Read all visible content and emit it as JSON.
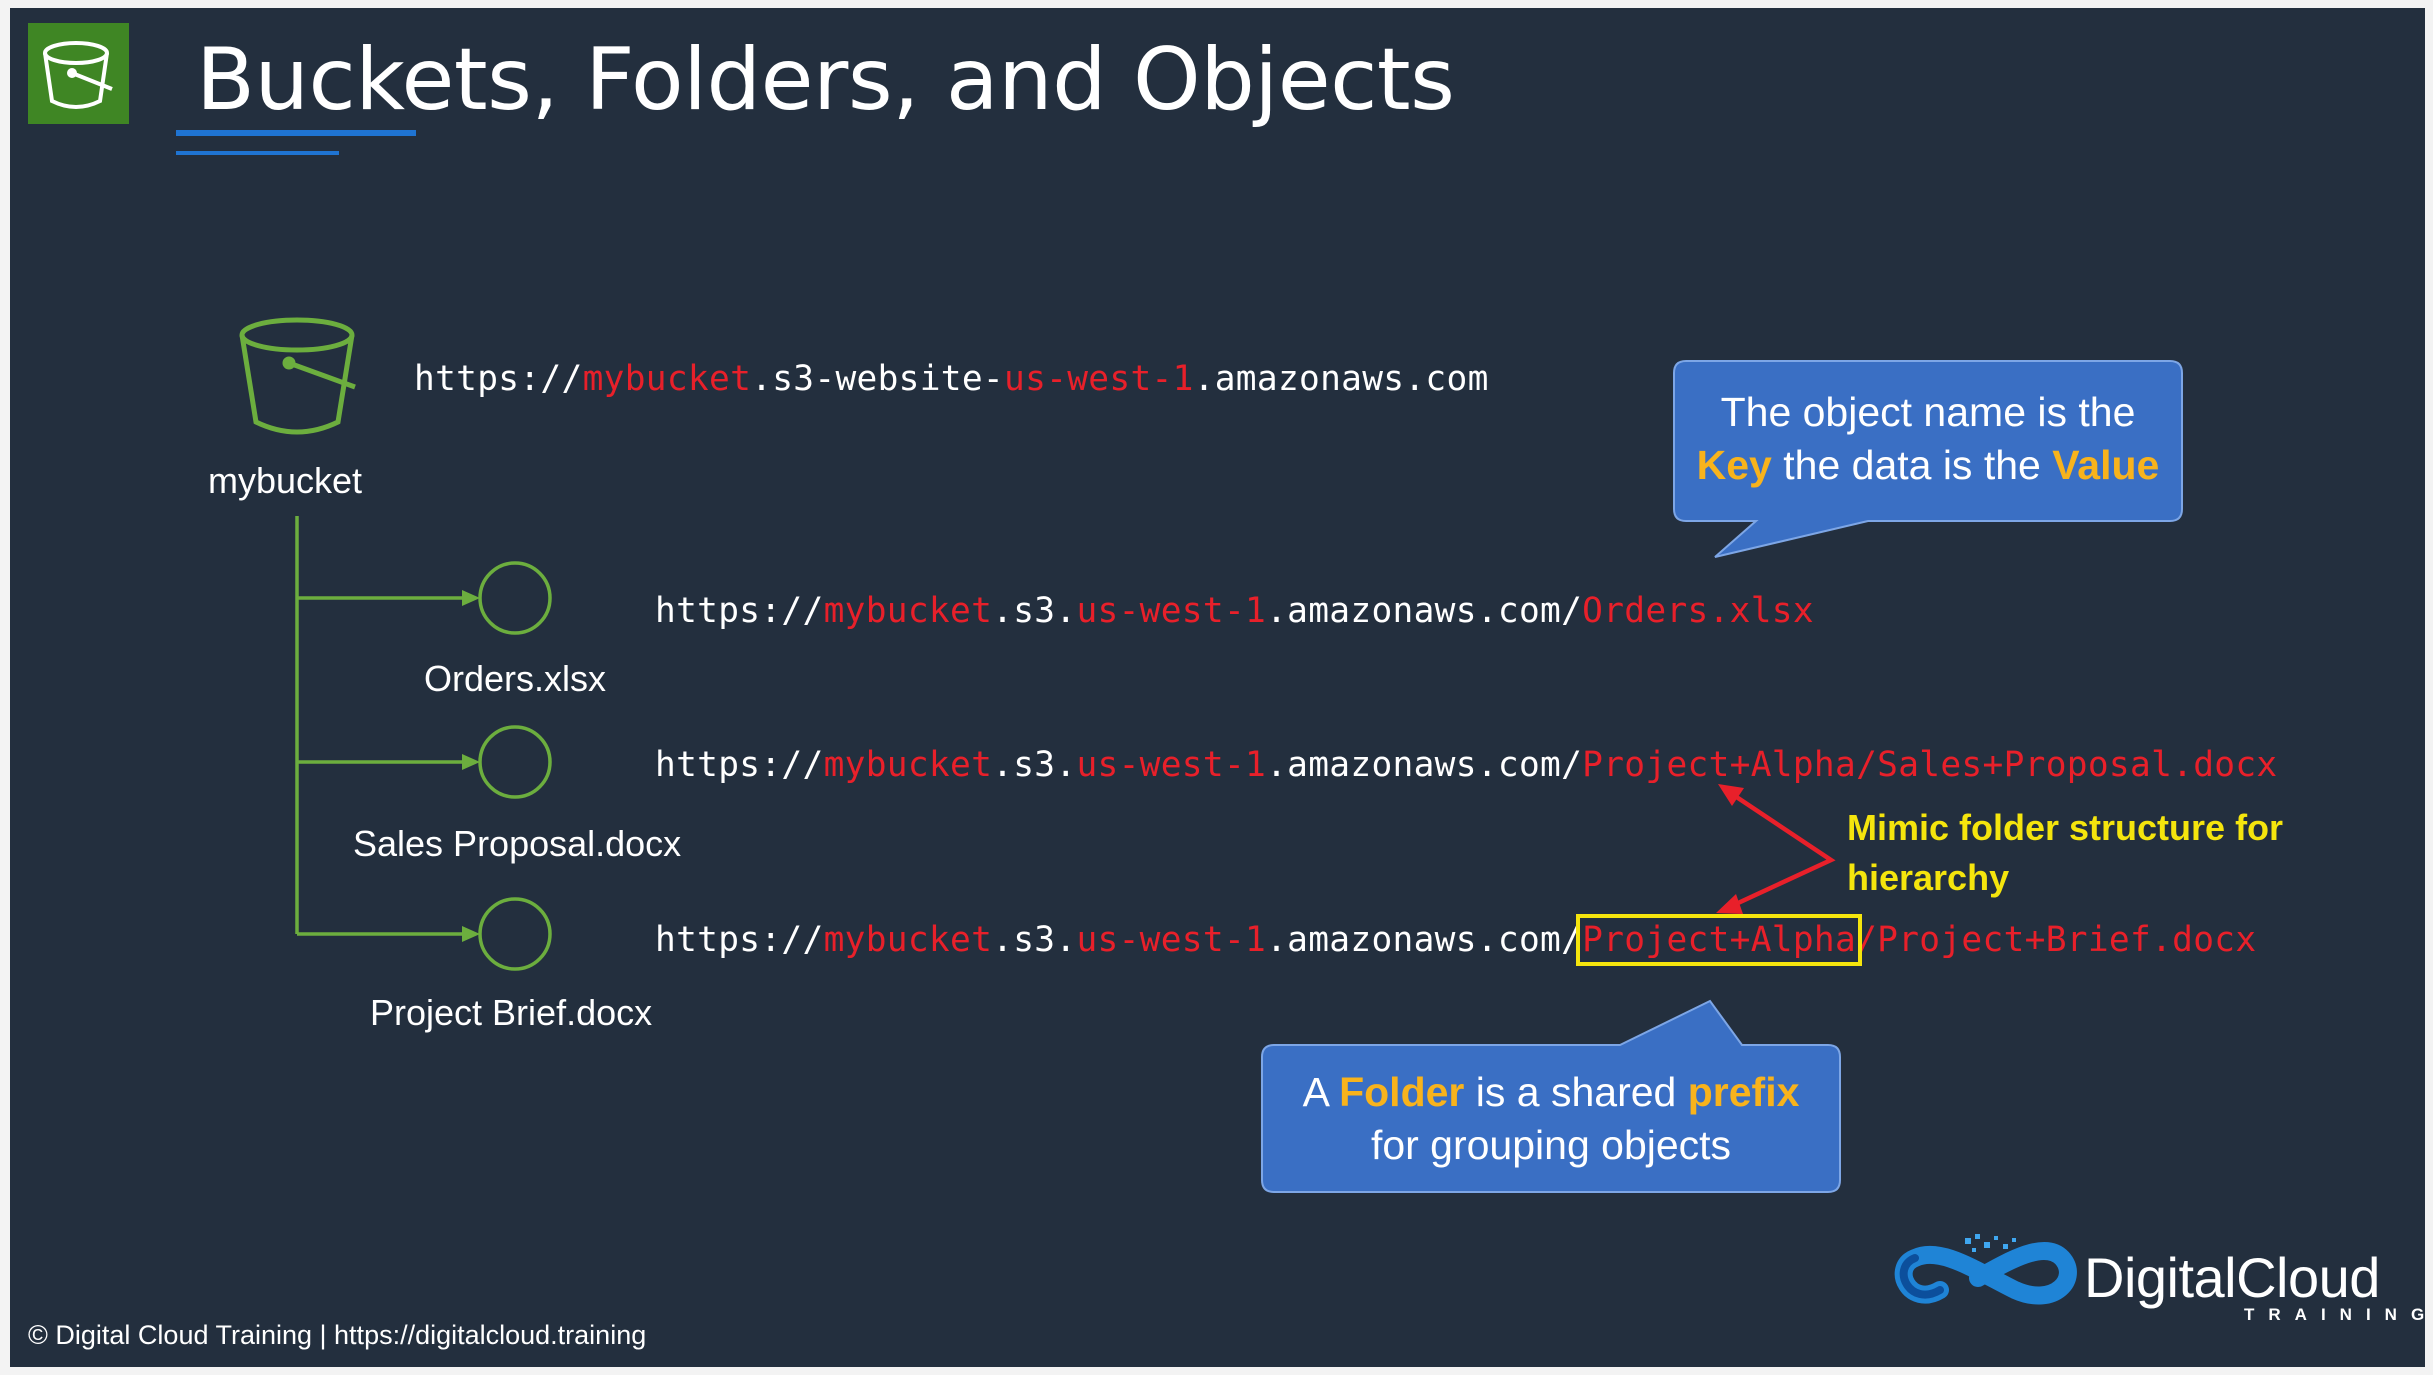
{
  "slide": {
    "title": "Buckets, Folders, and Objects"
  },
  "bucket": {
    "label": "mybucket",
    "website_url": {
      "p1": "https://",
      "p2": "mybucket",
      "p3": ".s3-website-",
      "p4": "us-west-1",
      "p5": ".amazonaws.com"
    }
  },
  "objects": [
    {
      "label": "Orders.xlsx",
      "url": {
        "p1": "https://",
        "p2": "mybucket",
        "p3": ".s3.",
        "p4": "us-west-1",
        "p5": ".amazonaws.com/",
        "p6": "Orders.xlsx"
      }
    },
    {
      "label": "Sales Proposal.docx",
      "url": {
        "p1": "https://",
        "p2": "mybucket",
        "p3": ".s3.",
        "p4": "us-west-1",
        "p5": ".amazonaws.com/",
        "p6": "Project+Alpha/Sales+Proposal.docx"
      }
    },
    {
      "label": "Project Brief.docx",
      "url": {
        "p1": "https://",
        "p2": "mybucket",
        "p3": ".s3.",
        "p4": "us-west-1",
        "p5": ".amazonaws.com/",
        "p6": "Project+Alpha",
        "p7": "/Project+Brief.docx"
      }
    }
  ],
  "callout_key": {
    "line1": "The object name is the",
    "kw1": "Key",
    "mid": " the data is the ",
    "kw2": "Value"
  },
  "callout_folder": {
    "pre": "A ",
    "kw1": "Folder",
    "mid": " is a shared ",
    "kw2": "prefix",
    "line2": "for grouping objects"
  },
  "annotation": {
    "mimic_line1": "Mimic folder structure for",
    "mimic_line2": "hierarchy"
  },
  "brand": {
    "name": "DigitalCloud",
    "sub": "TRAINING"
  },
  "footer": {
    "text": "© Digital Cloud Training  | https://digitalcloud.training"
  },
  "colors": {
    "background": "#232f3e",
    "accent_green": "#3f8624",
    "url_red": "#e8202a",
    "callout_blue": "#3a6fc4",
    "keyword_orange": "#f8b31c",
    "highlight_yellow": "#f5e50d"
  }
}
